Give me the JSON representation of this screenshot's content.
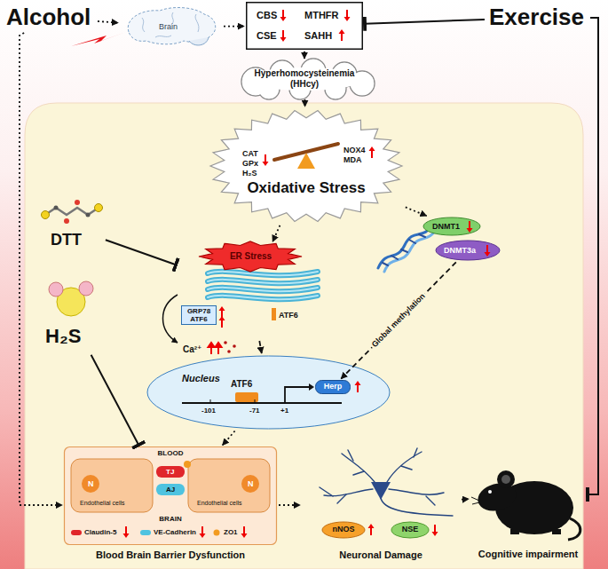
{
  "diagram": {
    "nodes": [
      {
        "text": [
          "Alcohol"
        ]
      },
      {
        "text": [
          "Brain"
        ]
      },
      {
        "text": [
          "CBS",
          "MTHFR",
          "CSE",
          "SAHH"
        ]
      },
      {
        "text": [
          "Exercise"
        ]
      },
      {
        "text": [
          "Hyperhomocysteinemia (HHcy)"
        ]
      },
      {
        "text": [
          "CAT",
          "GPx",
          "H₂S",
          "NOX4",
          "MDA",
          "Oxidative Stress"
        ]
      },
      {
        "text": [
          "DTT"
        ]
      },
      {
        "text": [
          "ER Stress",
          "GRP78 ATF6",
          "ATF6"
        ]
      },
      {
        "text": [
          "DNMT1"
        ]
      },
      {
        "text": [
          "DNMT3a"
        ]
      },
      {
        "text": [
          "H₂S"
        ]
      },
      {
        "text": [
          "Nucleus",
          "ATF6",
          "-101",
          "-71",
          "+1"
        ]
      },
      {
        "text": [
          "Herp"
        ],
        "in": 11
      },
      {
        "text": [
          "BLOOD",
          "N",
          "TJ",
          "N",
          "AJ",
          "Endothelial cells",
          "Endothelial cells",
          "BRAIN",
          "Claudin-5",
          "VE-Cadherin",
          "ZO1",
          "Blood Brain Barrier Dysfunction"
        ]
      },
      {
        "text": [
          "Neuronal Damage"
        ]
      },
      {
        "text": [
          "nNOS"
        ],
        "in": 14
      },
      {
        "text": [
          "NSE"
        ],
        "in": 14
      },
      {
        "text": [
          "Cognitive impairment"
        ]
      }
    ],
    "edges": [
      {
        "from": 0,
        "to": 1,
        "arrow": "to"
      },
      {
        "from": 1,
        "to": 2,
        "arrow": "to"
      },
      {
        "from": 3,
        "to": 2,
        "arrow": "to"
      },
      {
        "from": 2,
        "to": 4,
        "arrow": "to"
      },
      {
        "from": 4,
        "to": 5,
        "arrow": "to"
      },
      {
        "from": 5,
        "to": 7,
        "arrow": "to"
      },
      {
        "from": 5,
        "to": 8,
        "arrow": "to"
      },
      {
        "from": 6,
        "to": 7,
        "arrow": "to"
      },
      {
        "from": 7,
        "to": 11,
        "arrow": "to"
      },
      {
        "from": 9,
        "to": 12,
        "label": "Global methylation",
        "arrow": "to"
      },
      {
        "from": 11,
        "to": 13,
        "arrow": "to"
      },
      {
        "from": 10,
        "to": 13,
        "arrow": "to"
      },
      {
        "from": 0,
        "to": 13,
        "arrow": "to"
      },
      {
        "from": 13,
        "to": 14,
        "arrow": "to"
      },
      {
        "from": 14,
        "to": 17,
        "arrow": "to"
      },
      {
        "from": 3,
        "to": 17,
        "arrow": "to"
      }
    ],
    "labels": [
      "Ca²⁺"
    ]
  }
}
